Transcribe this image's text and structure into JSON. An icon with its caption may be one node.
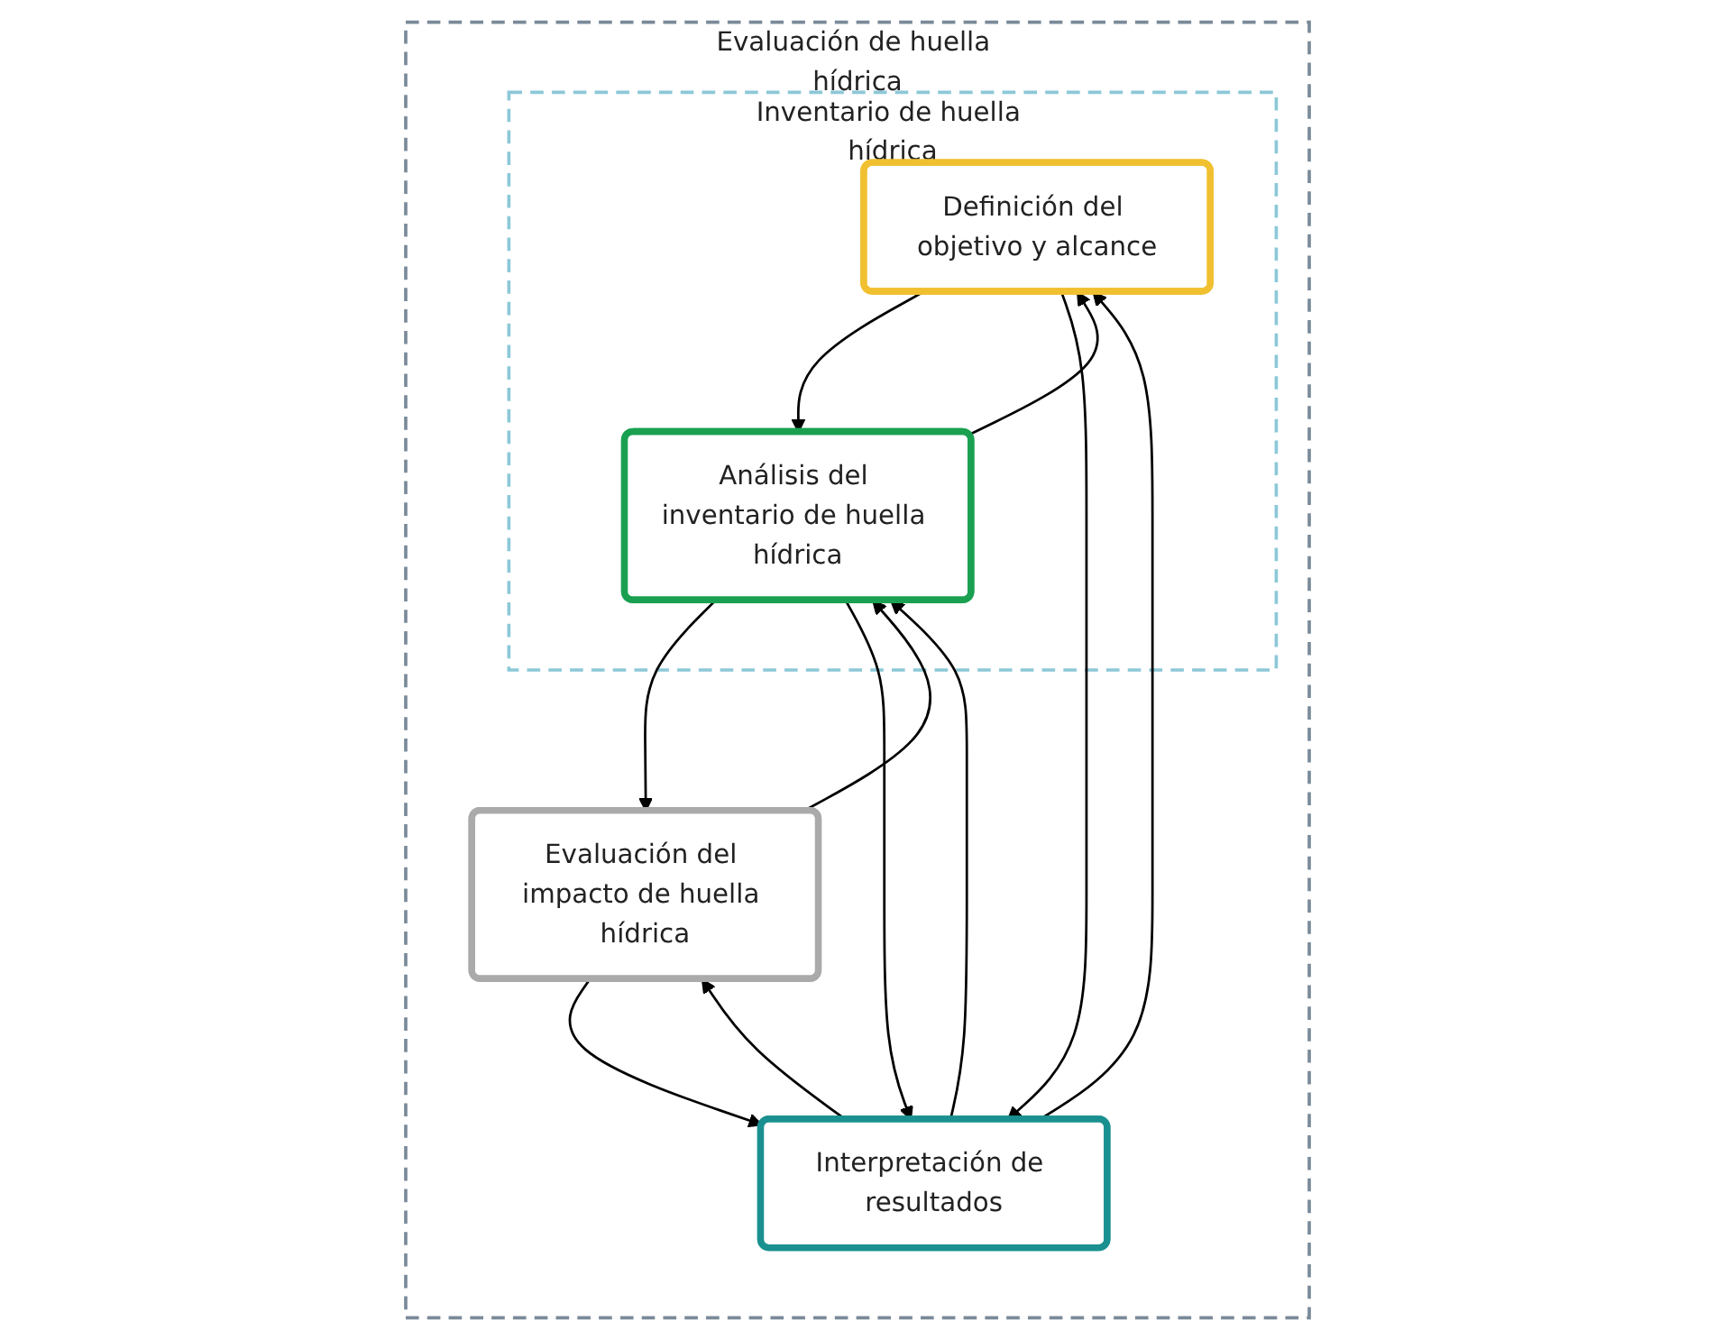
{
  "diagram": {
    "nodes": [
      {
        "text": [
          "Evaluación de huella hídrica"
        ]
      },
      {
        "text": [
          "Inventario de huella hídrica"
        ],
        "in": 0
      },
      {
        "text": [
          "Definición del objetivo y alcance"
        ],
        "in": 1
      },
      {
        "text": [
          "Análisis del inventario de huella hídrica"
        ],
        "in": 1
      },
      {
        "text": [
          "Evaluación del impacto de huella hídrica"
        ],
        "in": 0
      },
      {
        "text": [
          "Interpretación de resultados"
        ],
        "in": 0
      }
    ],
    "edges": [
      {
        "from": 2,
        "to": 3,
        "arrow": "to"
      },
      {
        "from": 3,
        "to": 2,
        "arrow": "to"
      },
      {
        "from": 3,
        "to": 4,
        "arrow": "to"
      },
      {
        "from": 4,
        "to": 3,
        "arrow": "to"
      },
      {
        "from": 2,
        "to": 5,
        "arrow": "to"
      },
      {
        "from": 5,
        "to": 2,
        "arrow": "to"
      },
      {
        "from": 3,
        "to": 5,
        "arrow": "to"
      },
      {
        "from": 5,
        "to": 3,
        "arrow": "to"
      },
      {
        "from": 4,
        "to": 5,
        "arrow": "to"
      },
      {
        "from": 5,
        "to": 4,
        "arrow": "to"
      }
    ]
  }
}
